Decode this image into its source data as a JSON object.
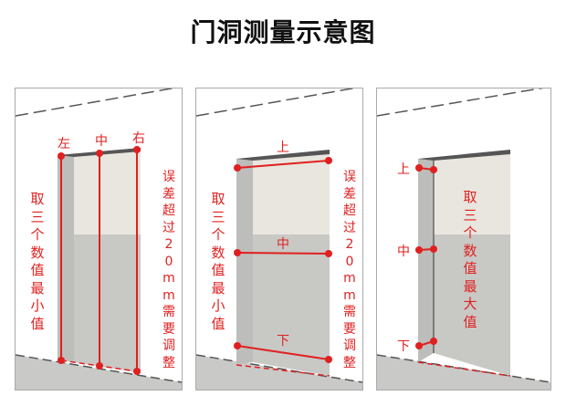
{
  "title": "门洞测量示意图",
  "colors": {
    "accent": "#e02020",
    "wall": "#ffffff",
    "door_upper": "#e8e6de",
    "door_lower": "#c8c8c5",
    "floor": "#c9c9c7"
  },
  "panels": [
    {
      "name": "width-measurement",
      "top_labels": [
        "左",
        "中",
        "右"
      ],
      "left_note": "取\n三\n个\n数\n值\n最\n小\n值",
      "right_note": "误\n差\n超\n过\n2\n0\nm\nm\n需\n要\n调\n整"
    },
    {
      "name": "height-measurement",
      "line_labels": [
        "上",
        "中",
        "下"
      ],
      "left_note": "取\n三\n个\n数\n值\n最\n小\n值",
      "right_note": "误\n差\n超\n过\n2\n0\nm\nm\n需\n要\n调\n整"
    },
    {
      "name": "depth-measurement",
      "side_labels": [
        "上",
        "中",
        "下"
      ],
      "center_note": "取\n三\n个\n数\n值\n最\n大\n值"
    }
  ]
}
